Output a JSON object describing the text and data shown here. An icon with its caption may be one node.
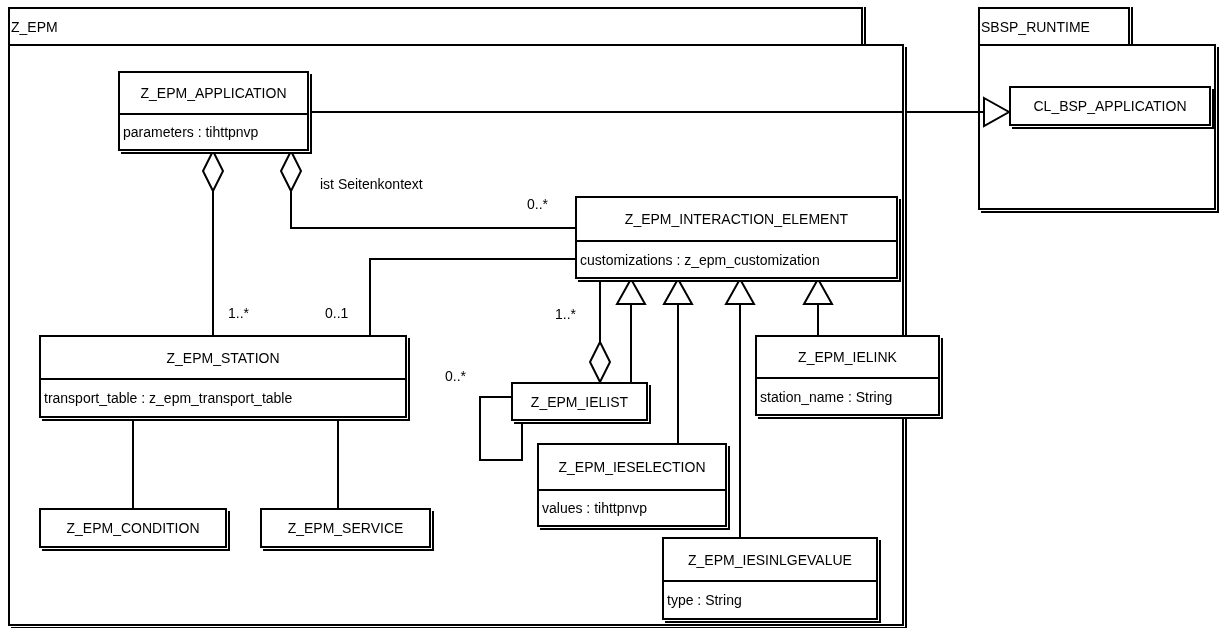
{
  "diagram": {
    "nodes": [
      {
        "text": [
          "Z_EPM"
        ]
      },
      {
        "text": [
          "Z_EPM_APPLICATION",
          "parameters : tihttpnvp"
        ],
        "in": 0
      },
      {
        "text": [
          "Z_EPM_INTERACTION_ELEMENT",
          "customizations : z_epm_customization"
        ],
        "in": 0
      },
      {
        "text": [
          "Z_EPM_STATION",
          "transport_table : z_epm_transport_table"
        ],
        "in": 0
      },
      {
        "text": [
          "Z_EPM_IELIST"
        ],
        "in": 0
      },
      {
        "text": [
          "Z_EPM_IELINK",
          "station_name : String"
        ],
        "in": 0
      },
      {
        "text": [
          "Z_EPM_IESELECTION",
          "values : tihttpnvp"
        ],
        "in": 0
      },
      {
        "text": [
          "Z_EPM_CONDITION"
        ],
        "in": 0
      },
      {
        "text": [
          "Z_EPM_SERVICE"
        ],
        "in": 0
      },
      {
        "text": [
          "Z_EPM_IESINLGEVALUE",
          "type : String"
        ],
        "in": 0
      },
      {
        "text": [
          "SBSP_RUNTIME"
        ]
      },
      {
        "text": [
          "CL_BSP_APPLICATION"
        ],
        "in": 10
      }
    ],
    "edges": [
      {
        "from": 1,
        "to": 11,
        "arrow": "to"
      },
      {
        "from": 1,
        "to": 3,
        "arrow": "other"
      },
      {
        "from": 1,
        "to": 2,
        "arrow": "other",
        "label": "ist Seitenkontext"
      },
      {
        "from": 3,
        "to": 2,
        "arrow": "none"
      },
      {
        "from": 4,
        "to": 2,
        "arrow": "other"
      },
      {
        "from": 4,
        "to": 2,
        "arrow": "to"
      },
      {
        "from": 6,
        "to": 2,
        "arrow": "to"
      },
      {
        "from": 9,
        "to": 2,
        "arrow": "to"
      },
      {
        "from": 5,
        "to": 2,
        "arrow": "to"
      },
      {
        "from": 4,
        "to": 4,
        "arrow": "none"
      },
      {
        "from": 3,
        "to": 7,
        "arrow": "none"
      },
      {
        "from": 3,
        "to": 8,
        "arrow": "none"
      }
    ],
    "labels": [
      "0..*",
      "1..*",
      "0..1",
      "1..*",
      "0..*"
    ]
  }
}
